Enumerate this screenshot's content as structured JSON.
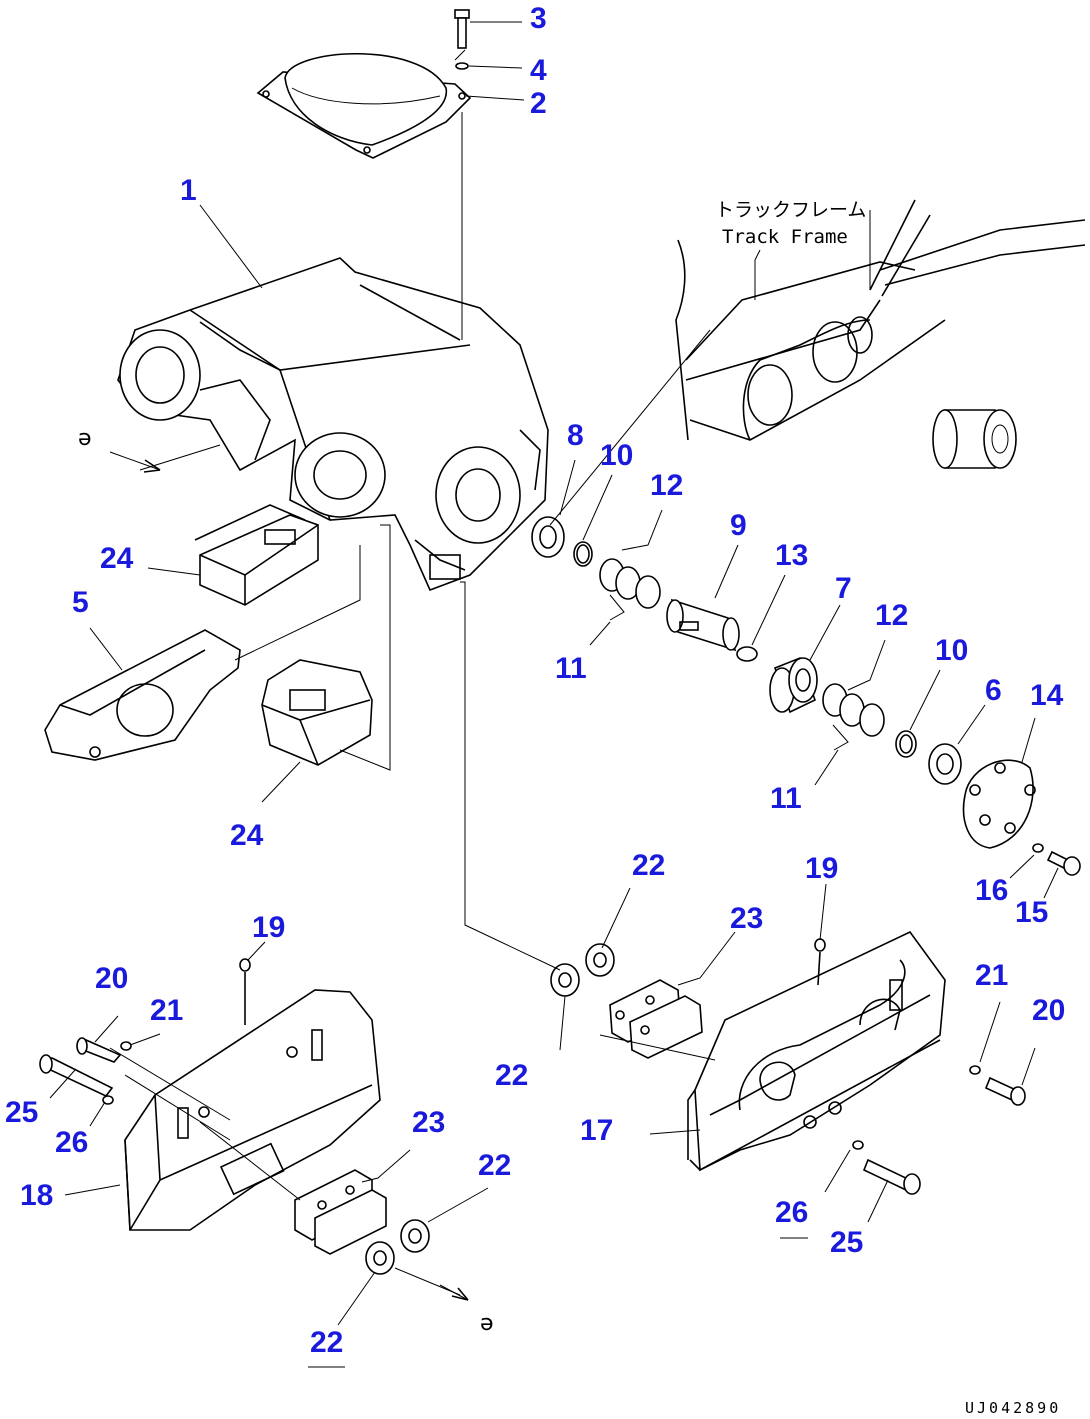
{
  "callouts": [
    {
      "id": "c1",
      "text": "1"
    },
    {
      "id": "c2",
      "text": "2"
    },
    {
      "id": "c3",
      "text": "3"
    },
    {
      "id": "c4",
      "text": "4"
    },
    {
      "id": "c5",
      "text": "5"
    },
    {
      "id": "c6",
      "text": "6"
    },
    {
      "id": "c7",
      "text": "7"
    },
    {
      "id": "c8",
      "text": "8"
    },
    {
      "id": "c9",
      "text": "9"
    },
    {
      "id": "c10a",
      "text": "10"
    },
    {
      "id": "c10b",
      "text": "10"
    },
    {
      "id": "c11a",
      "text": "11"
    },
    {
      "id": "c11b",
      "text": "11"
    },
    {
      "id": "c12a",
      "text": "12"
    },
    {
      "id": "c12b",
      "text": "12"
    },
    {
      "id": "c13",
      "text": "13"
    },
    {
      "id": "c14",
      "text": "14"
    },
    {
      "id": "c15",
      "text": "15"
    },
    {
      "id": "c16",
      "text": "16"
    },
    {
      "id": "c17",
      "text": "17"
    },
    {
      "id": "c18",
      "text": "18"
    },
    {
      "id": "c19a",
      "text": "19"
    },
    {
      "id": "c19b",
      "text": "19"
    },
    {
      "id": "c20a",
      "text": "20"
    },
    {
      "id": "c20b",
      "text": "20"
    },
    {
      "id": "c21a",
      "text": "21"
    },
    {
      "id": "c21b",
      "text": "21"
    },
    {
      "id": "c22a",
      "text": "22"
    },
    {
      "id": "c22b",
      "text": "22"
    },
    {
      "id": "c22c",
      "text": "22"
    },
    {
      "id": "c22d",
      "text": "22"
    },
    {
      "id": "c23a",
      "text": "23"
    },
    {
      "id": "c23b",
      "text": "23"
    },
    {
      "id": "c24a",
      "text": "24"
    },
    {
      "id": "c24b",
      "text": "24"
    },
    {
      "id": "c25a",
      "text": "25"
    },
    {
      "id": "c25b",
      "text": "25"
    },
    {
      "id": "c26a",
      "text": "26"
    },
    {
      "id": "c26b",
      "text": "26"
    }
  ],
  "annotations": {
    "track_frame_jp": "トラックフレーム",
    "track_frame_en": "Track Frame",
    "ref_mark_left": "ə",
    "ref_mark_bottom": "ə"
  },
  "figure_code": "UJ042890",
  "colors": {
    "callout": "#1a1adc",
    "line": "#000000",
    "background": "#ffffff"
  }
}
